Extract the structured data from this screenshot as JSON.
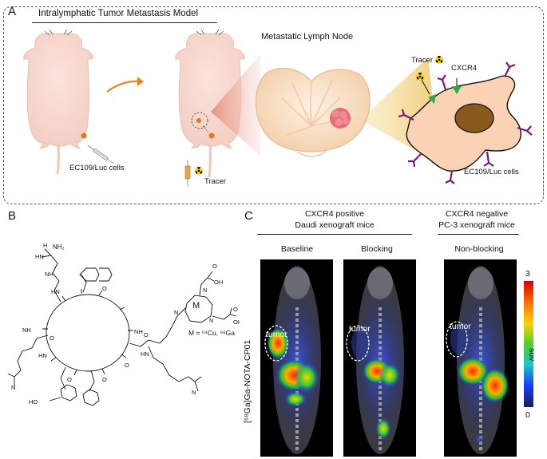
{
  "figure": {
    "panel_a": {
      "letter": "A",
      "title": "Intralymphatic Tumor Metastasis Model",
      "node_label": "Metastatic Lymph Node",
      "cells_label_left": "EC109/Luc cells",
      "tracer_inject_label": "Tracer",
      "tracer_label": "Tracer",
      "receptor_label": "CXCR4",
      "cells_label_right": "EC109/Luc cells"
    },
    "panel_b": {
      "letter": "B",
      "formula_note": "M = ⁶⁴Cu, ⁶⁸Ga",
      "metal_label": "M",
      "nh2_label": "NH₂"
    },
    "panel_c": {
      "letter": "C",
      "group_positive_line1": "CXCR4 positive",
      "group_positive_line2": "Daudi xenograft mice",
      "group_negative_line1": "CXCR4 negative",
      "group_negative_line2": "PC-3 xenograft mice",
      "col_baseline": "Baseline",
      "col_blocking": "Blocking",
      "col_nonblocking": "Non-blocking",
      "tumor_label": "tumor",
      "y_axis_label": "[⁶⁸Ga]Ga-NOTA-CP01",
      "colorbar_max": "3",
      "colorbar_min": "0",
      "colorbar_unit": "suv"
    }
  }
}
